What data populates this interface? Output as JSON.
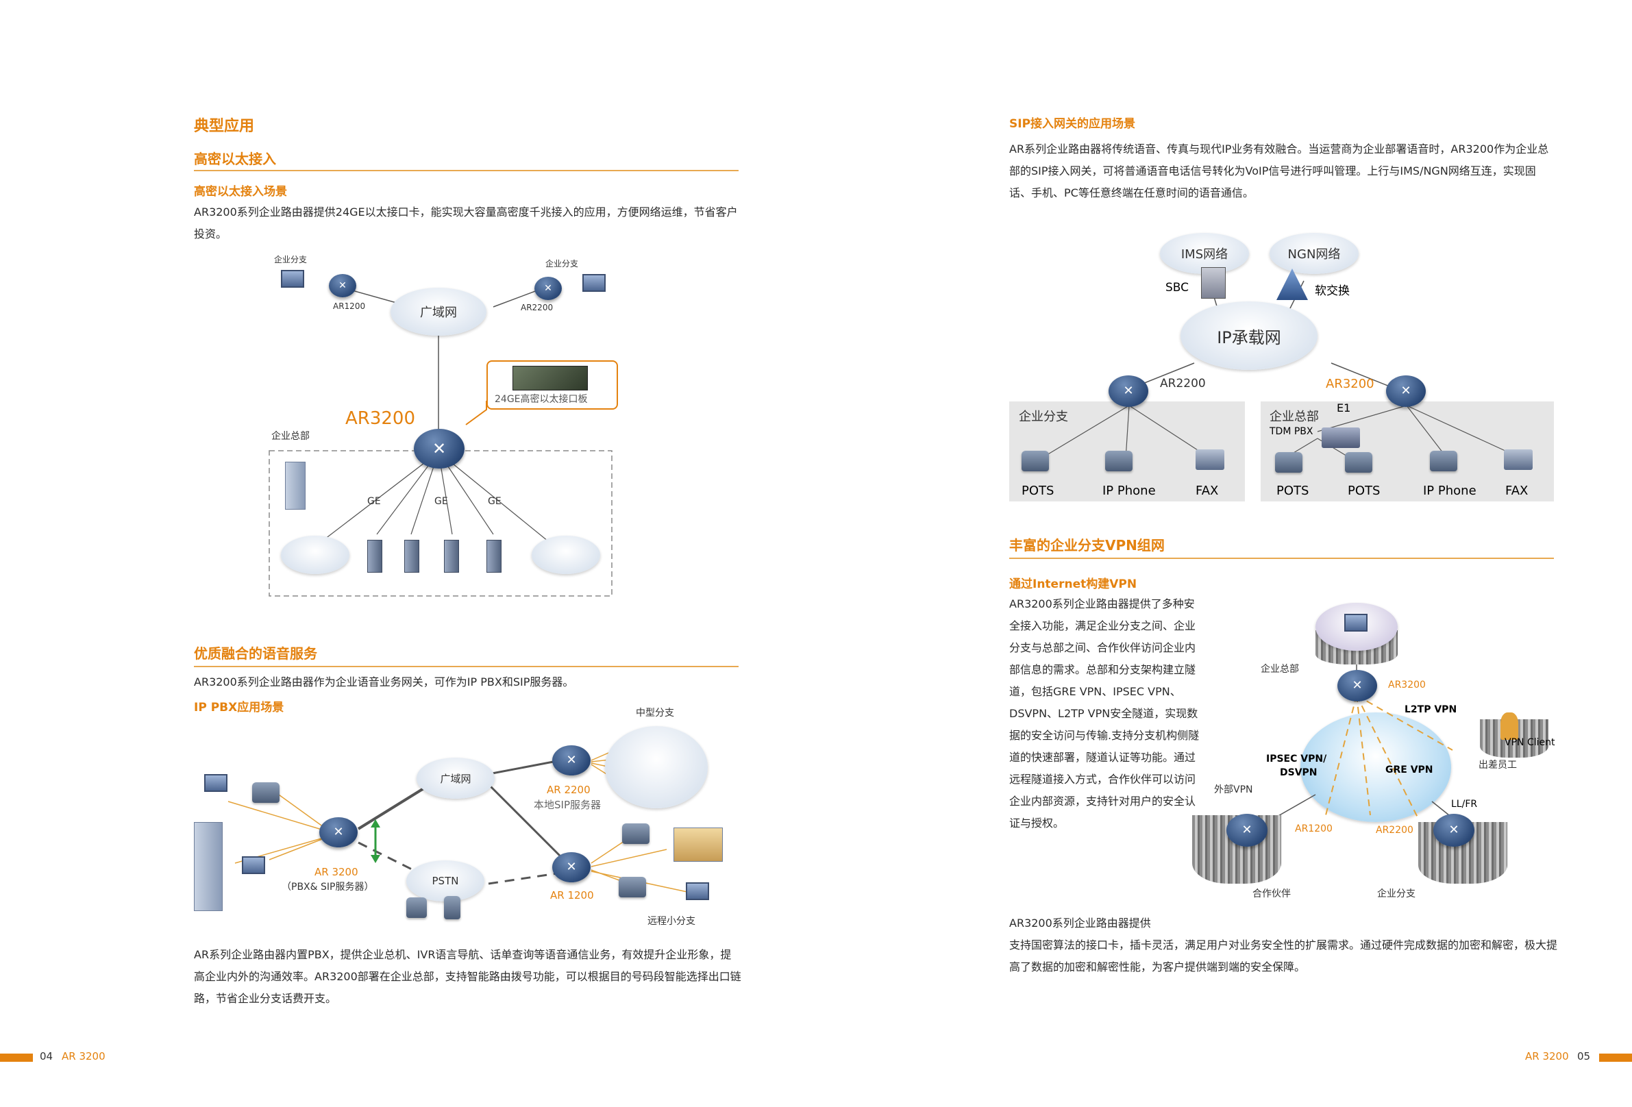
{
  "left": {
    "heading": "典型应用",
    "ethernet": {
      "title": "高密以太接入",
      "subtitle": "高密以太接入场景",
      "body": "AR3200系列企业路由器提供24GE以太接口卡，能实现大容量高密度千兆接入的应用，方便网络运维，节省客户投资。",
      "diagram": {
        "branch_label_1": "企业分支",
        "branch_label_2": "企业分支",
        "router_1": "AR1200",
        "router_2": "AR2200",
        "cloud": "广域网",
        "main_router": "AR3200",
        "callout": "24GE高密以太接口板",
        "hq": "企业总部",
        "ge_1": "GE",
        "ge_2": "GE",
        "ge_3": "GE"
      }
    },
    "voice": {
      "title": "优质融合的语音服务",
      "body": "AR3200系列企业路由器作为企业语音业务网关，可作为IP PBX和SIP服务器。",
      "subtitle": "IP PBX应用场景",
      "diagram": {
        "mid_branch": "中型分支",
        "wan": "广域网",
        "ar2200": "AR 2200",
        "local_sip": "本地SIP服务器",
        "ar3200": "AR 3200",
        "pbx": "（PBX& SIP服务器）",
        "pstn": "PSTN",
        "ar1200": "AR 1200",
        "remote": "远程小分支"
      },
      "body2": "AR系列企业路由器内置PBX，提供企业总机、IVR语言导航、话单查询等语音通信业务，有效提升企业形象，提高企业内外的沟通效率。AR3200部署在企业总部，支持智能路由拨号功能，可以根据目的号码段智能选择出口链路，节省企业分支话费开支。"
    },
    "footer": {
      "page": "04",
      "product": "AR 3200"
    }
  },
  "right": {
    "sip": {
      "title": "SIP接入网关的应用场景",
      "body": "AR系列企业路由器将传统语音、传真与现代IP业务有效融合。当运营商为企业部署语音时，AR3200作为企业总部的SIP接入网关，可将普通语音电话信号转化为VoIP信号进行呼叫管理。上行与IMS/NGN网络互连，实现固话、手机、PC等任意终端在任意时间的语音通信。",
      "diagram": {
        "ims": "IMS网络",
        "ngn": "NGN网络",
        "sbc": "SBC",
        "softswitch": "软交换",
        "ip_net": "IP承载网",
        "ar2200": "AR2200",
        "ar3200": "AR3200",
        "branch": "企业分支",
        "hq": "企业总部",
        "e1": "E1",
        "tdm": "TDM PBX",
        "pots_1": "POTS",
        "ipphone_1": "IP Phone",
        "fax_1": "FAX",
        "pots_2": "POTS",
        "pots_3": "POTS",
        "ipphone_2": "IP Phone",
        "fax_2": "FAX"
      }
    },
    "vpn": {
      "title": "丰富的企业分支VPN组网",
      "subtitle": "通过Internet构建VPN",
      "body": "AR3200系列企业路由器提供了多种安全接入功能，满足企业分支之间、企业分支与总部之间、合作伙伴访问企业内部信息的需求。总部和分支架构建立隧道，包括GRE VPN、IPSEC VPN、DSVPN、L2TP VPN安全隧道，实现数据的安全访问与传输.支持分支机构侧隧道的快速部署，隧道认证等功能。通过远程隧道接入方式，合作伙伴可以访问企业内部资源，支持针对用户的安全认证与授权。",
      "diagram": {
        "hq": "企业总部",
        "ar3200": "AR3200",
        "l2tp": "L2TP VPN",
        "vpn_client": "VPN Client",
        "traveler": "出差员工",
        "ipsec": "IPSEC VPN/",
        "dsvpn": "DSVPN",
        "gre": "GRE VPN",
        "external": "外部VPN",
        "llfr": "LL/FR",
        "ar1200": "AR1200",
        "ar2200": "AR2200",
        "partner": "合作伙伴",
        "branch": "企业分支"
      },
      "body2_line1": "AR3200系列企业路由器提供",
      "body2": "支持国密算法的接口卡，插卡灵活，满足用户对业务安全性的扩展需求。通过硬件完成数据的加密和解密，极大提高了数据的加密和解密性能，为客户提供端到端的安全保障。"
    },
    "footer": {
      "product": "AR 3200",
      "page": "05"
    }
  },
  "colors": {
    "accent": "#e4820f",
    "rule": "#e8a850",
    "router": "#2c4a78",
    "grey_box": "#e6e6e6"
  }
}
